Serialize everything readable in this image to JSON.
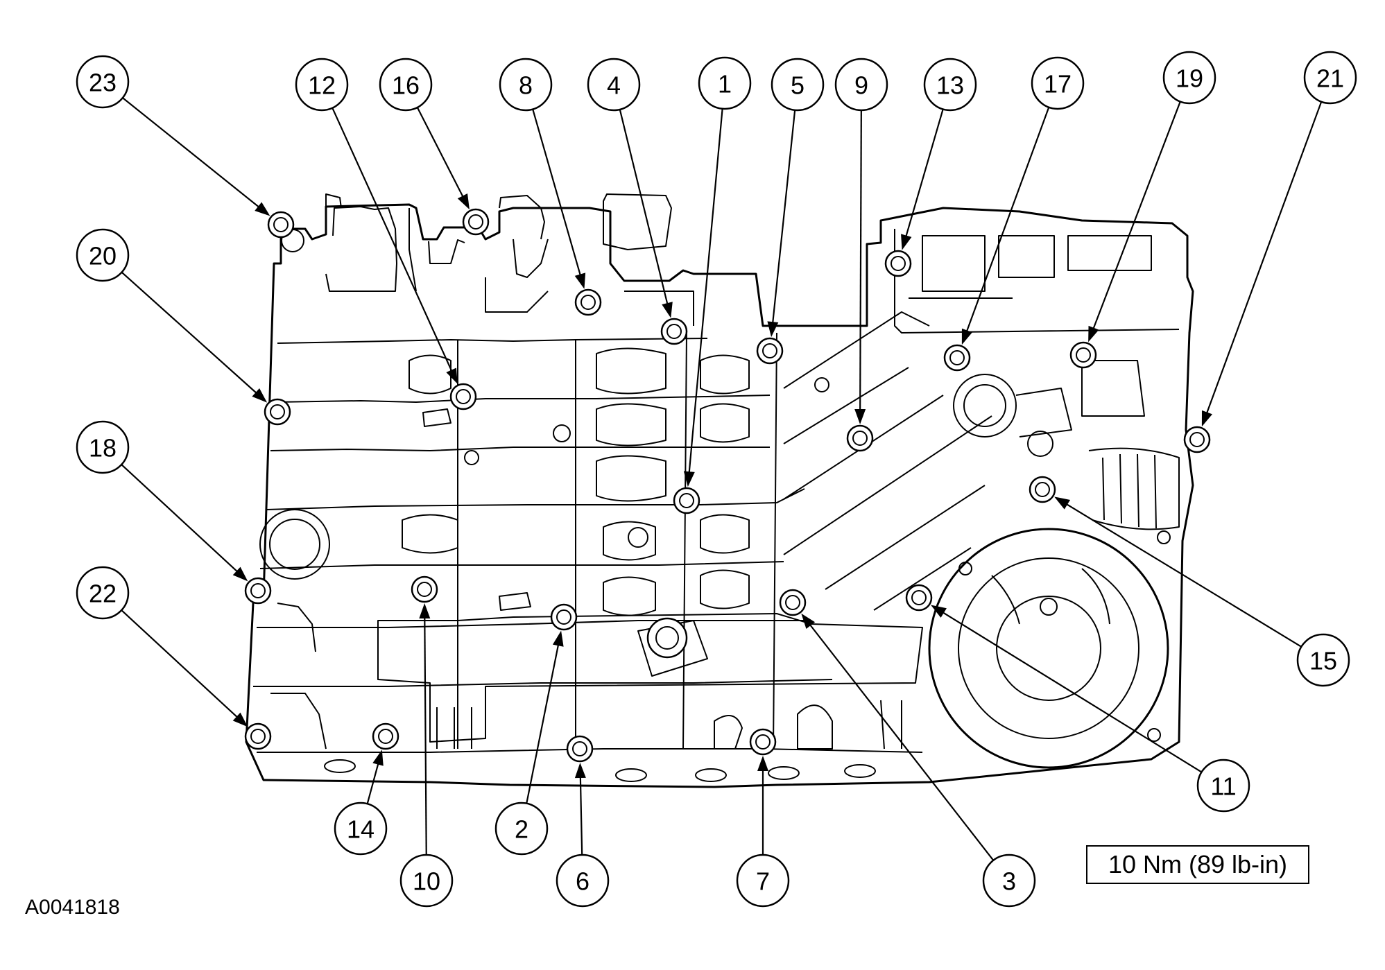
{
  "figure_id": "A0041818",
  "torque_spec": "10 Nm (89 lb-in)",
  "callouts": [
    {
      "label": "23"
    },
    {
      "label": "12"
    },
    {
      "label": "16"
    },
    {
      "label": "8"
    },
    {
      "label": "4"
    },
    {
      "label": "1"
    },
    {
      "label": "5"
    },
    {
      "label": "9"
    },
    {
      "label": "13"
    },
    {
      "label": "17"
    },
    {
      "label": "19"
    },
    {
      "label": "21"
    },
    {
      "label": "20"
    },
    {
      "label": "18"
    },
    {
      "label": "22"
    },
    {
      "label": "15"
    },
    {
      "label": "11"
    },
    {
      "label": "3"
    },
    {
      "label": "7"
    },
    {
      "label": "6"
    },
    {
      "label": "2"
    },
    {
      "label": "10"
    },
    {
      "label": "14"
    }
  ]
}
